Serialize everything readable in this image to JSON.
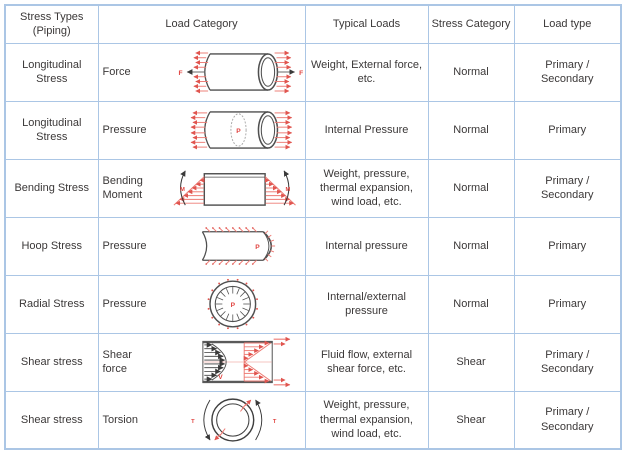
{
  "colors": {
    "border": "#abc6e5",
    "text": "#3b3838",
    "label_red": "#e0413d",
    "arrow_red": "#ed7a73",
    "outline_gray": "#4f4f4f"
  },
  "table": {
    "headers": [
      "Stress Types (Piping)",
      "Load Category",
      "Typical Loads",
      "Stress Category",
      "Load type"
    ],
    "rows": [
      {
        "stress_type": "Longitudinal Stress",
        "load_category": "Force",
        "diagram_icon": "pipe-axial-force-diagram",
        "diagram_label": "F",
        "typical_loads": "Weight, External force, etc.",
        "stress_category": "Normal",
        "load_type": "Primary / Secondary"
      },
      {
        "stress_type": "Longitudinal Stress",
        "load_category": "Pressure",
        "diagram_icon": "pipe-longitudinal-pressure-diagram",
        "diagram_label": "P",
        "typical_loads": "Internal Pressure",
        "stress_category": "Normal",
        "load_type": "Primary"
      },
      {
        "stress_type": "Bending Stress",
        "load_category": "Bending Moment",
        "diagram_icon": "beam-bending-moment-diagram",
        "diagram_label": "M",
        "typical_loads": "Weight, pressure, thermal expansion, wind load, etc.",
        "stress_category": "Normal",
        "load_type": "Primary / Secondary"
      },
      {
        "stress_type": "Hoop Stress",
        "load_category": "Pressure",
        "diagram_icon": "pipe-hoop-pressure-diagram",
        "diagram_label": "P",
        "typical_loads": "Internal pressure",
        "stress_category": "Normal",
        "load_type": "Primary"
      },
      {
        "stress_type": "Radial Stress",
        "load_category": "Pressure",
        "diagram_icon": "pipe-cross-section-radial-pressure-diagram",
        "diagram_label": "P",
        "typical_loads": "Internal/external pressure",
        "stress_category": "Normal",
        "load_type": "Primary"
      },
      {
        "stress_type": "Shear stress",
        "load_category": "Shear force",
        "diagram_icon": "shear-velocity-profile-diagram",
        "diagram_label": "V",
        "typical_loads": "Fluid flow, external shear force, etc.",
        "stress_category": "Shear",
        "load_type": "Primary / Secondary"
      },
      {
        "stress_type": "Shear stress",
        "load_category": "Torsion",
        "diagram_icon": "pipe-torsion-diagram",
        "diagram_label": "T",
        "typical_loads": "Weight, pressure, thermal expansion, wind load, etc.",
        "stress_category": "Shear",
        "load_type": "Primary / Secondary"
      }
    ]
  }
}
